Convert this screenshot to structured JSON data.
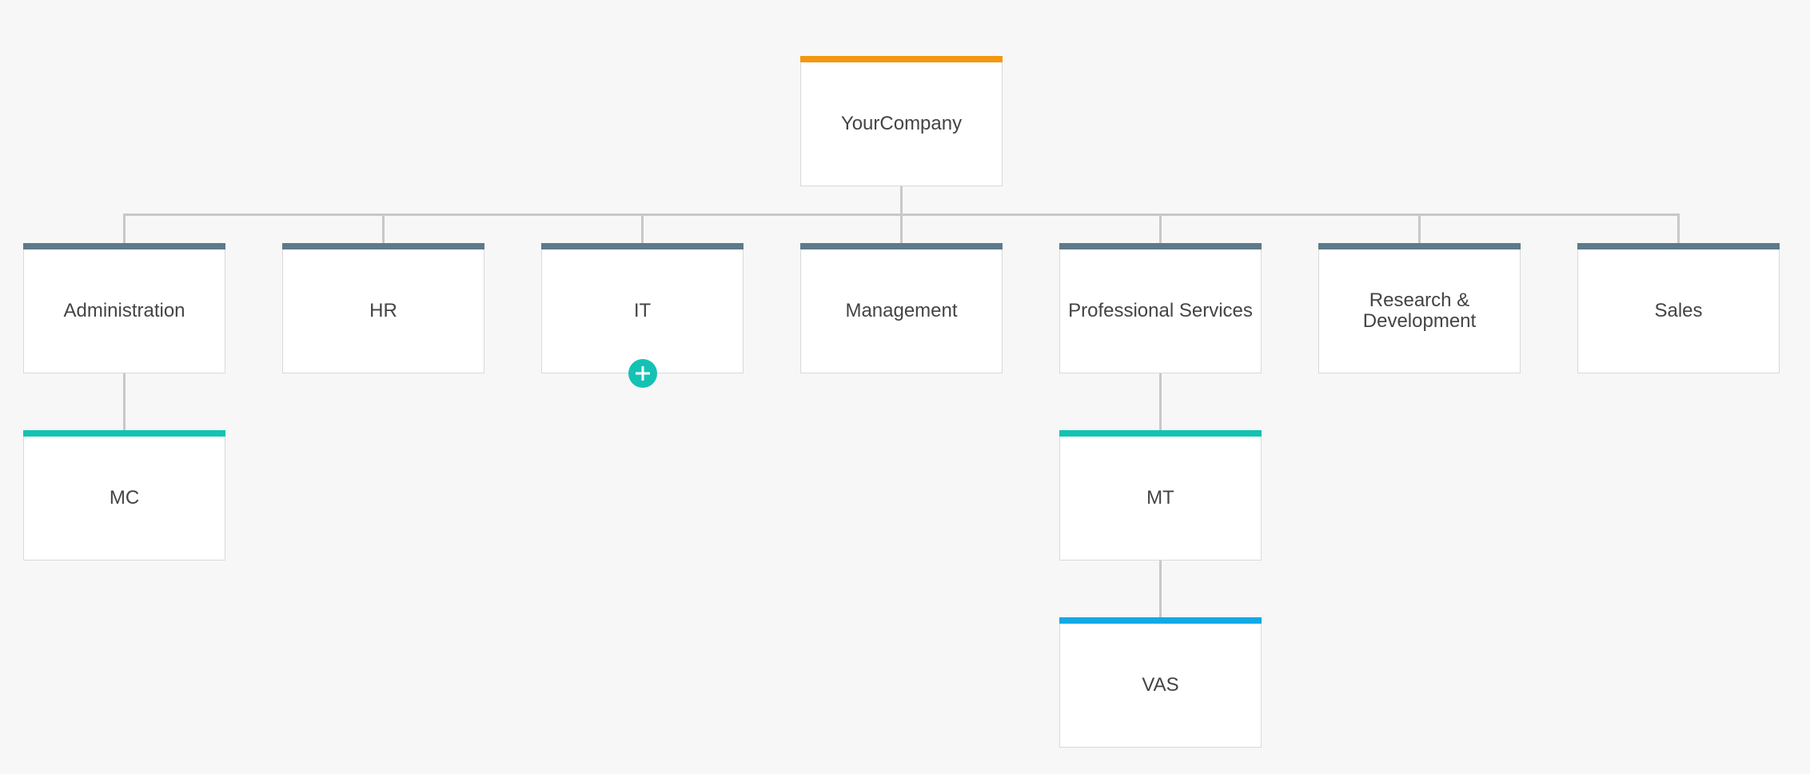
{
  "colors": {
    "root_bar": "#f5970f",
    "department_bar": "#5e7a8a",
    "team_bar": "#14c2b4",
    "subteam_bar": "#12a9e6",
    "connector": "#c8c8c8",
    "add_button": "#14c2b4"
  },
  "icons": {
    "add_button_icon": "plus-icon"
  },
  "nodes": [
    {
      "id": "yourcompany",
      "label": "YourCompany",
      "level": 0,
      "parent": null
    },
    {
      "id": "administration",
      "label": "Administration",
      "level": 1,
      "parent": "yourcompany"
    },
    {
      "id": "hr",
      "label": "HR",
      "level": 1,
      "parent": "yourcompany"
    },
    {
      "id": "it",
      "label": "IT",
      "level": 1,
      "parent": "yourcompany",
      "add_button": true
    },
    {
      "id": "management",
      "label": "Management",
      "level": 1,
      "parent": "yourcompany"
    },
    {
      "id": "professional-services",
      "label": "Professional Services",
      "level": 1,
      "parent": "yourcompany"
    },
    {
      "id": "research-development",
      "label": "Research & Development",
      "level": 1,
      "parent": "yourcompany"
    },
    {
      "id": "sales",
      "label": "Sales",
      "level": 1,
      "parent": "yourcompany"
    },
    {
      "id": "mc",
      "label": "MC",
      "level": 2,
      "parent": "administration"
    },
    {
      "id": "mt",
      "label": "MT",
      "level": 2,
      "parent": "professional-services"
    },
    {
      "id": "vas",
      "label": "VAS",
      "level": 3,
      "parent": "mt"
    }
  ]
}
